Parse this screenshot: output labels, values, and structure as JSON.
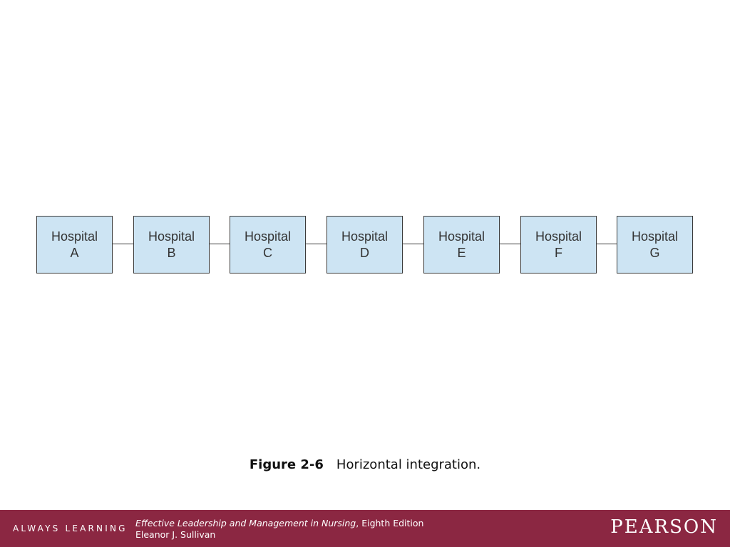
{
  "diagram": {
    "boxes": [
      {
        "line1": "Hospital",
        "line2": "A"
      },
      {
        "line1": "Hospital",
        "line2": "B"
      },
      {
        "line1": "Hospital",
        "line2": "C"
      },
      {
        "line1": "Hospital",
        "line2": "D"
      },
      {
        "line1": "Hospital",
        "line2": "E"
      },
      {
        "line1": "Hospital",
        "line2": "F"
      },
      {
        "line1": "Hospital",
        "line2": "G"
      }
    ],
    "box_fill": "#cde4f3",
    "border_color": "#3a3a3a"
  },
  "caption": {
    "figure_number": "Figure 2-6",
    "text": "Horizontal integration."
  },
  "footer": {
    "background": "#8b2742",
    "tagline": "ALWAYS LEARNING",
    "book_title": "Effective Leadership and Management in Nursing",
    "edition": ", Eighth Edition",
    "author": "Eleanor J. Sullivan",
    "publisher": "PEARSON"
  }
}
